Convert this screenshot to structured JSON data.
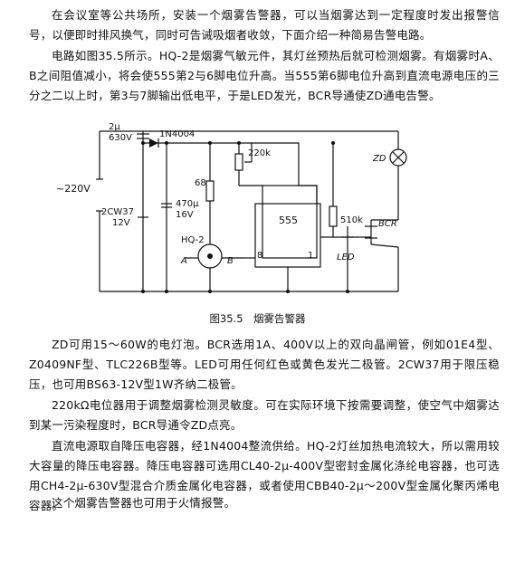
{
  "paragraphs": [
    "在会议室等公共场所，安装一个烟雾告警器，可以当烟雾达到一定程度时发出报警信号，以便即时排风换气，同时可告诫吸烟者收敛，下面介绍一种简易告警电路。",
    "电路如图35.5所示。HQ-2是烟雾气敏元件，其灯丝预热后就可检测烟雾。有烟雾时A、B之间阻值减小，将会使555第2与6脚电位升高。当555第6脚电位升高到直流电源电压的三分之二以上时，第3与7脚输出低电平，于是LED发光，BCR导通使ZD通电告警。",
    "ZD可用15～60W的电灯泡。BCR选用1A、400V以上的双向晶闸管，例如01E4型、Z0409NF型、TLC226B型等。LED可用任何红色或黄色发光二极管。2CW37用于限压稳压，也可用BS63-12V型1W齐纳二极管。",
    "220kΩ电位器用于调整烟雾检测灵敏度。可在实际环境下按需要调整，使空气中烟雾达到某一污染程度时，BCR导通令ZD点亮。",
    "直流电源取自降压电容器，经1N4004整流供给。HQ-2灯丝加热电流较大，所以需用较大容量的降压电容器。降压电容器可选用CL40-2μ-400V型密封金属化涤纶电容器，也可选用CH4-2μ-630V型混合介质金属化电容器，或者使用CBB40-2μ～200V型金属化聚丙烯电容器。",
    "这个烟雾告警器也可用于火情报警。"
  ],
  "figure": {
    "caption": "图35.5　烟雾告警器",
    "labels": {
      "mains": "~220V",
      "cap_value": "2μ",
      "cap_voltage": "630V",
      "diode": "1N4004",
      "zener": "2CW37",
      "zener_v": "12V",
      "filter_cap": "470μ",
      "filter_cap_v": "16V",
      "pot": "220k",
      "resistor_68": "68",
      "ic": "555",
      "pin8": "8",
      "pin1": "1",
      "sensor": "HQ-2",
      "node_a": "A",
      "node_b": "B",
      "resistor_510k": "510k",
      "bcr": "BCR",
      "led": "LED",
      "lamp": "ZD"
    }
  }
}
